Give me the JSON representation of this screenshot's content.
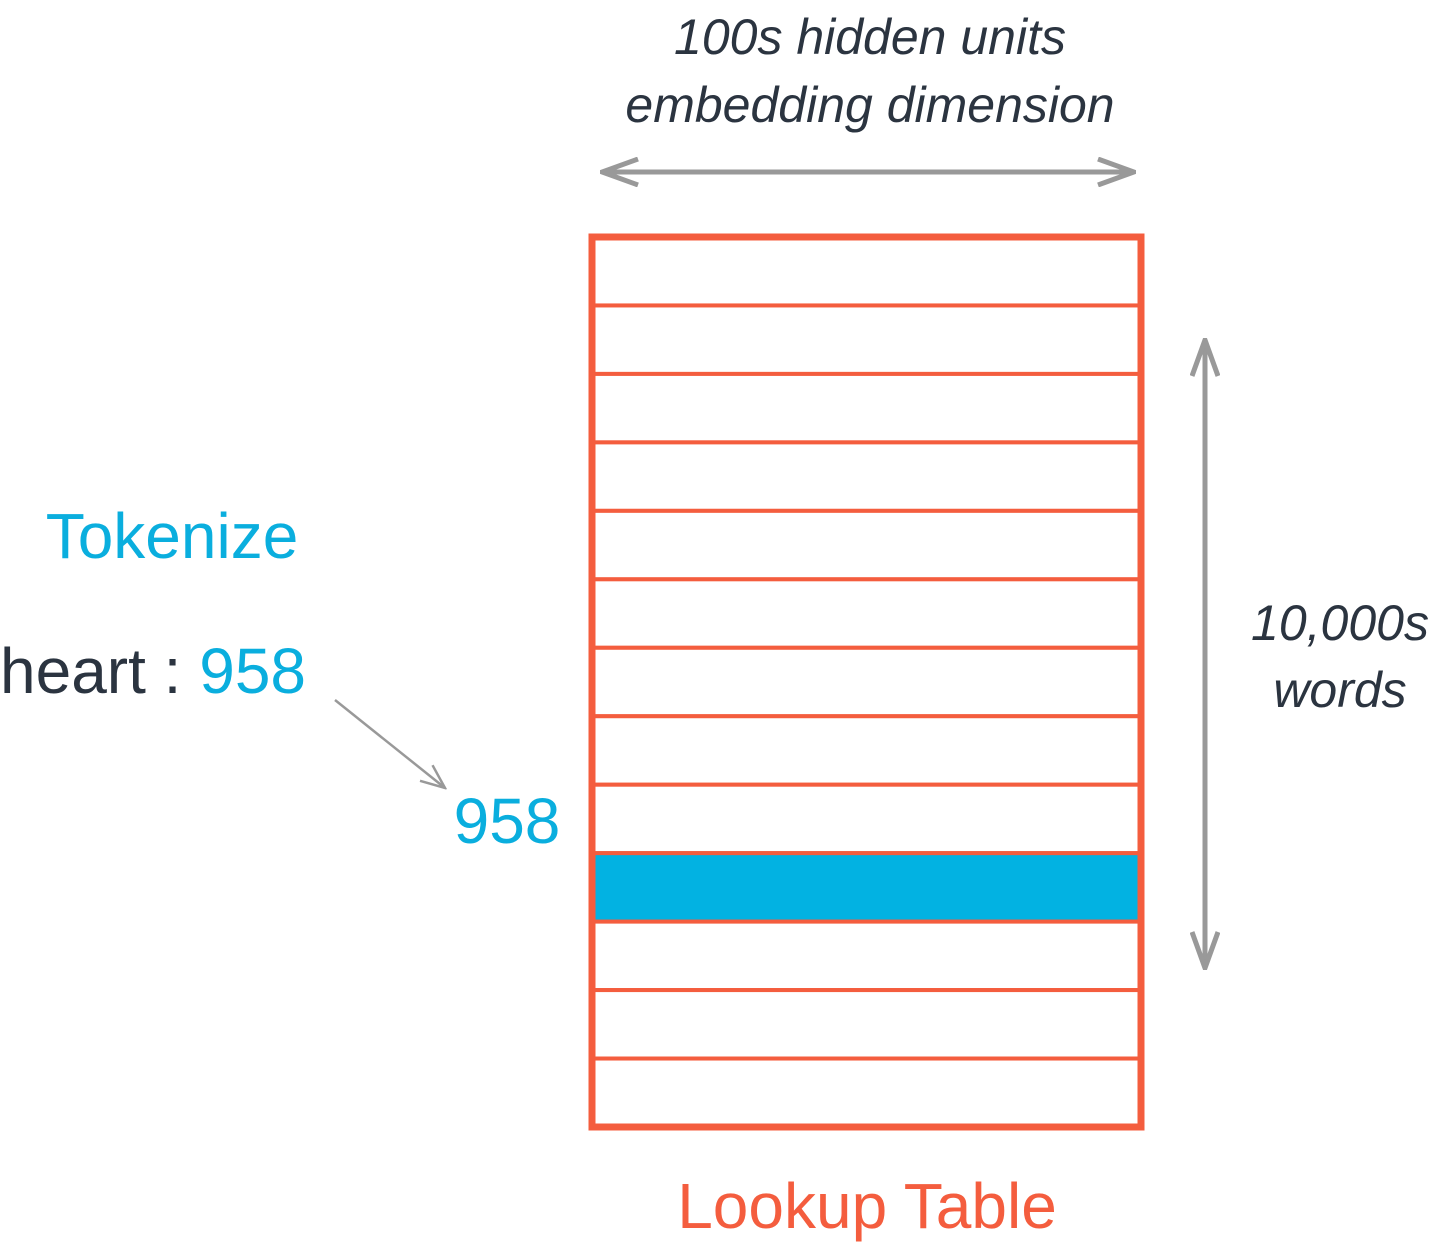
{
  "embedding_label": {
    "line1": "100s hidden units",
    "line2": "embedding dimension"
  },
  "vocab_label": {
    "line1": "10,000s",
    "line2": "words"
  },
  "tokenize": {
    "heading": "Tokenize",
    "word": "heart",
    "separator": " : ",
    "token_id": "958"
  },
  "row_label": "958",
  "table": {
    "title": "Lookup Table",
    "row_count": 13,
    "highlighted_row": 9
  },
  "colors": {
    "table_border": "#f45d3e",
    "highlight": "#02b2e2",
    "accent_text": "#0aaede",
    "dark_text": "#2b3440",
    "arrow": "#999999"
  }
}
